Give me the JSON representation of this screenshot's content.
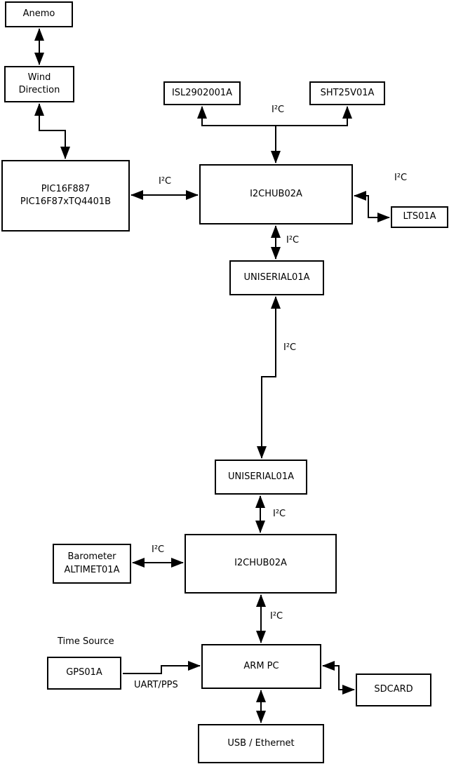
{
  "nodes": {
    "anemo": {
      "label": "Anemo"
    },
    "wind_direction": {
      "line1": "Wind",
      "line2": "Direction"
    },
    "pic": {
      "line1": "PIC16F887",
      "line2": "PIC16F87xTQ4401B"
    },
    "isl": {
      "label": "ISL2902001A"
    },
    "sht": {
      "label": "SHT25V01A"
    },
    "i2chub_top": {
      "label": "I2CHUB02A"
    },
    "lts": {
      "label": "LTS01A"
    },
    "uniserial_top": {
      "label": "UNISERIAL01A"
    },
    "uniserial_bottom": {
      "label": "UNISERIAL01A"
    },
    "i2chub_bottom": {
      "label": "I2CHUB02A"
    },
    "barometer": {
      "line1": "Barometer",
      "line2": "ALTIMET01A"
    },
    "arm_pc": {
      "label": "ARM PC"
    },
    "gps": {
      "label": "GPS01A"
    },
    "sdcard": {
      "label": "SDCARD"
    },
    "usb_ethernet": {
      "label": "USB / Ethernet"
    }
  },
  "labels": {
    "i2c": "I²C",
    "time_source": "Time Source",
    "uart_pps": "UART/PPS"
  },
  "connections": [
    {
      "from": "Anemo",
      "to": "Wind Direction",
      "type": "bidirectional"
    },
    {
      "from": "Wind Direction",
      "to": "PIC16F887 PIC16F87xTQ4401B",
      "type": "bidirectional"
    },
    {
      "from": "I2CHUB02A (top)",
      "to": "ISL2902001A",
      "bus": "I²C",
      "type": "to-sensor"
    },
    {
      "from": "I2CHUB02A (top)",
      "to": "SHT25V01A",
      "bus": "I²C",
      "type": "to-sensor"
    },
    {
      "from": "PIC16F887 PIC16F87xTQ4401B",
      "to": "I2CHUB02A (top)",
      "bus": "I²C",
      "type": "bidirectional"
    },
    {
      "from": "I2CHUB02A (top)",
      "to": "LTS01A",
      "bus": "I²C",
      "type": "bidirectional"
    },
    {
      "from": "I2CHUB02A (top)",
      "to": "UNISERIAL01A (top)",
      "bus": "I²C",
      "type": "bidirectional"
    },
    {
      "from": "UNISERIAL01A (top)",
      "to": "UNISERIAL01A (bottom)",
      "bus": "I²C",
      "type": "bidirectional"
    },
    {
      "from": "UNISERIAL01A (bottom)",
      "to": "I2CHUB02A (bottom)",
      "bus": "I²C",
      "type": "bidirectional"
    },
    {
      "from": "Barometer ALTIMET01A",
      "to": "I2CHUB02A (bottom)",
      "bus": "I²C",
      "type": "bidirectional"
    },
    {
      "from": "I2CHUB02A (bottom)",
      "to": "ARM PC",
      "bus": "I²C",
      "type": "bidirectional"
    },
    {
      "from": "GPS01A",
      "to": "ARM PC",
      "bus": "UART/PPS",
      "type": "unidirectional"
    },
    {
      "from": "ARM PC",
      "to": "SDCARD",
      "type": "bidirectional"
    },
    {
      "from": "ARM PC",
      "to": "USB / Ethernet",
      "type": "bidirectional"
    }
  ],
  "colors": {
    "background": "#ffffff",
    "box_border": "#000000",
    "line": "#000000",
    "text": "#000000"
  }
}
